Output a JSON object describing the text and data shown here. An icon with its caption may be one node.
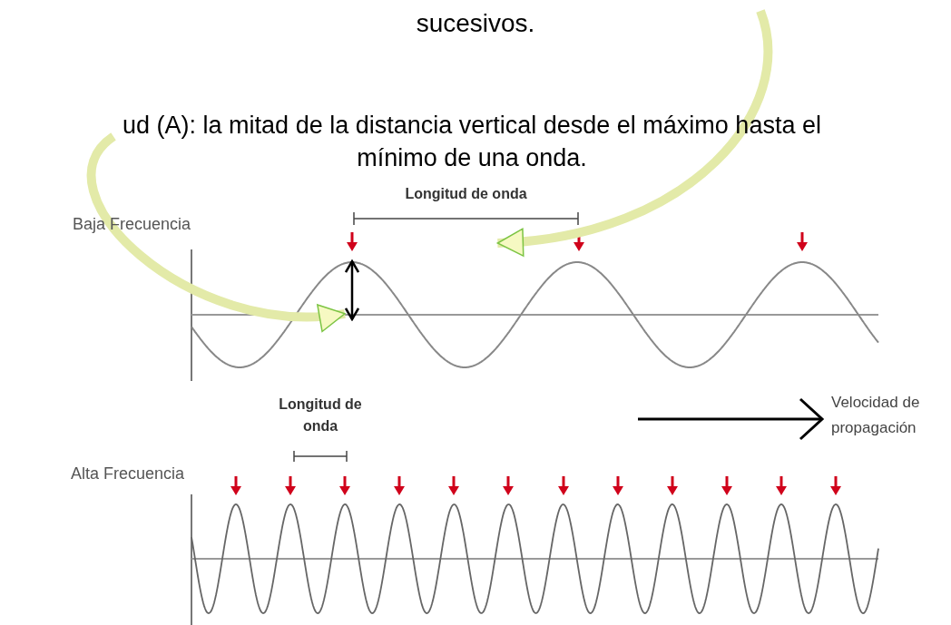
{
  "diagram": {
    "nodes": [
      {
        "text": [
          "ud (A): la mitad de la distancia vertical desde el máximo hasta el mínimo de una onda."
        ]
      },
      {
        "text": [
          "Longitud de onda"
        ]
      },
      {
        "text": [],
        "shape": "arrow"
      }
    ],
    "edges": [
      {
        "from": 0,
        "to": 2,
        "arrow": "to"
      },
      {
        "from": null,
        "to": 1,
        "arrow": "to"
      }
    ],
    "labels": [
      "sucesivos.",
      "Baja Frecuencia",
      "Longitud de onda",
      "Velocidad de propagación",
      "Alta Frecuencia"
    ]
  }
}
